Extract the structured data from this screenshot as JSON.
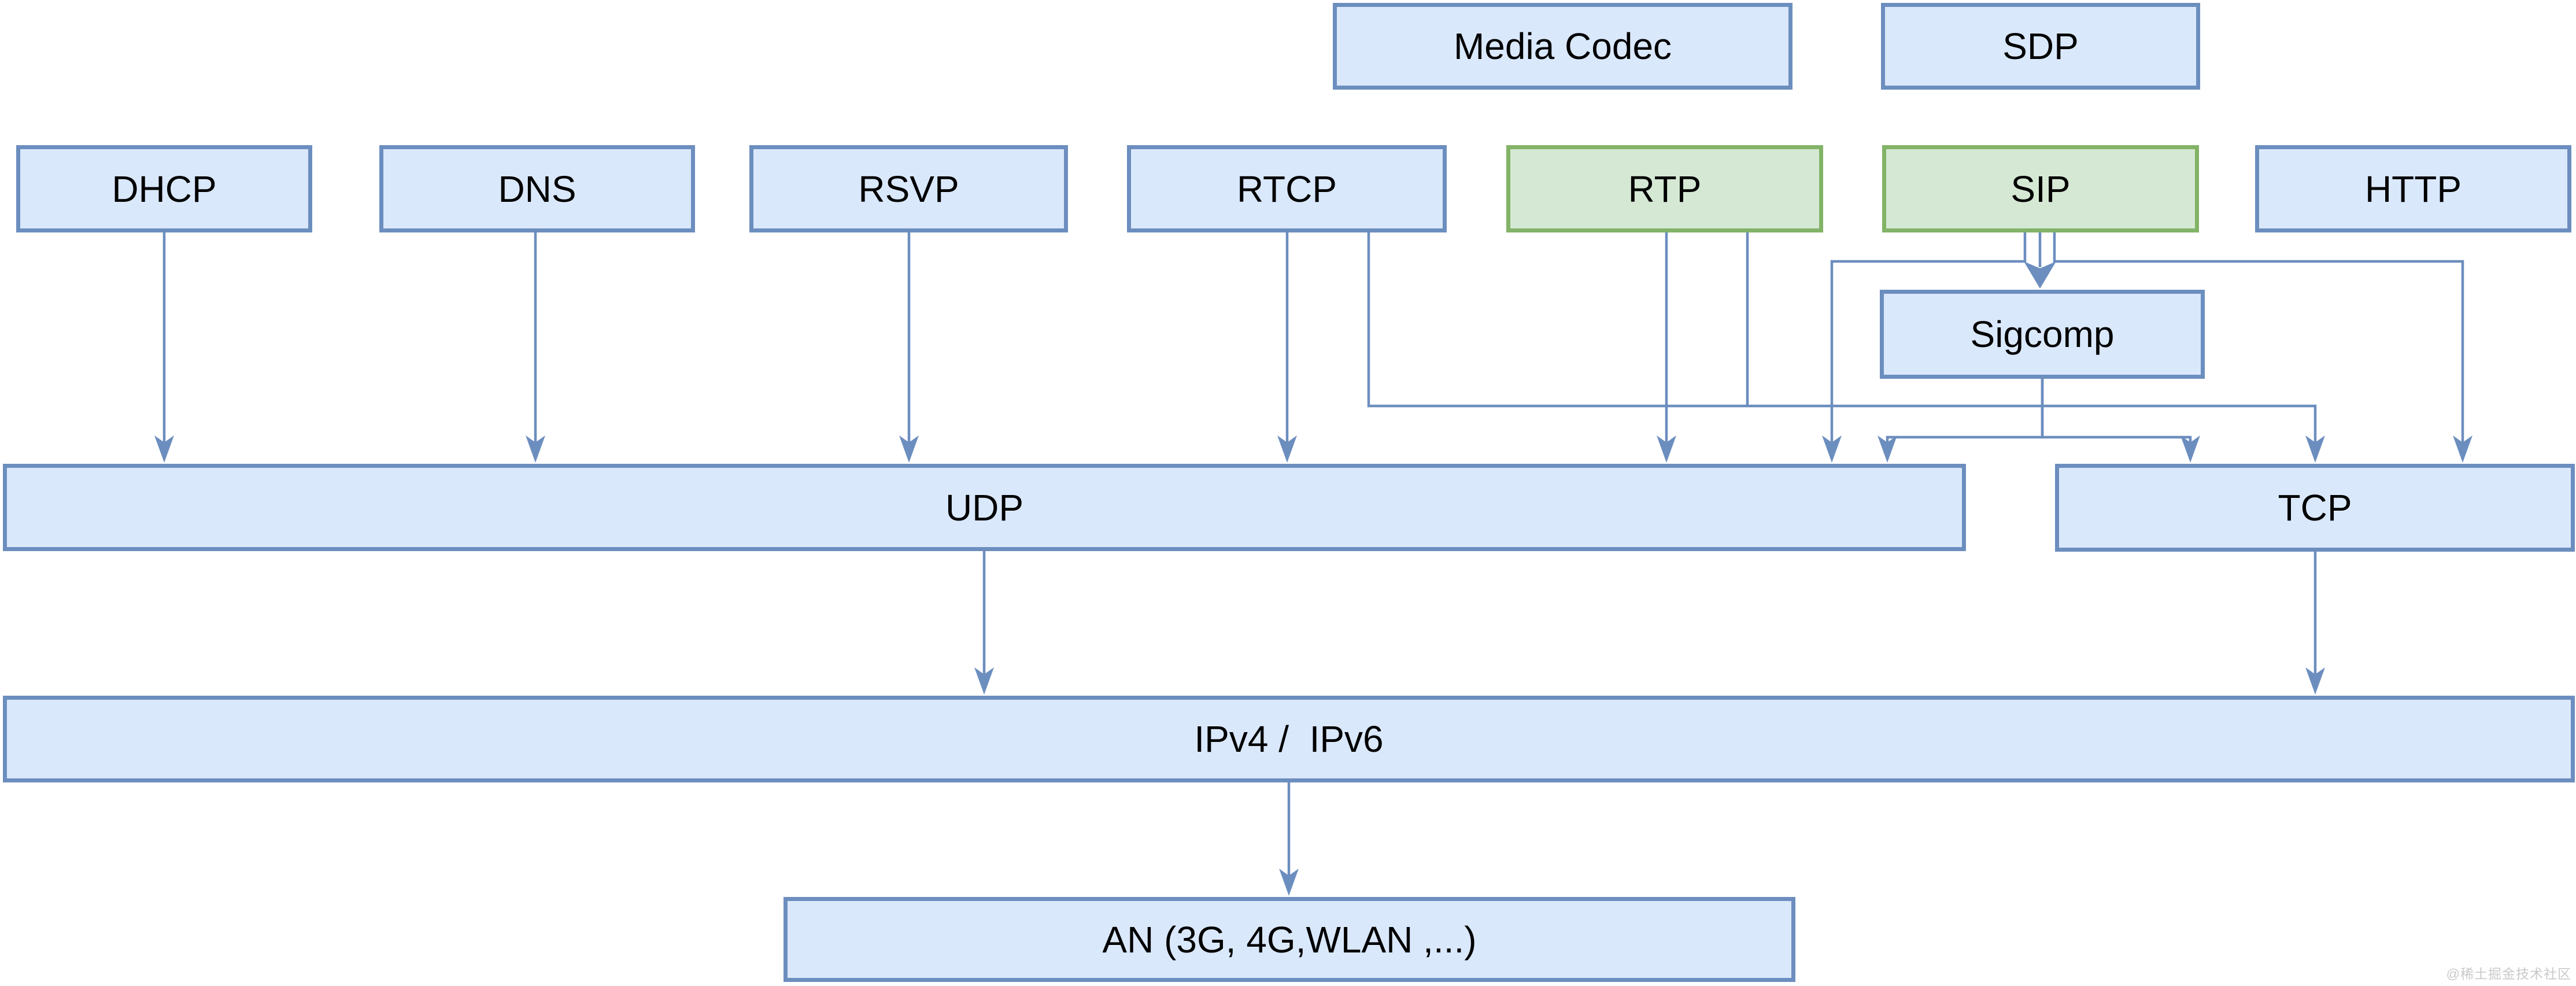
{
  "page": {
    "background": "#ffffff",
    "watermark": "@稀土掘金技术社区"
  },
  "palette": {
    "blue_fill": "#dae8fc",
    "blue_border": "#6c8ebf",
    "green_fill": "#d5e8d4",
    "green_border": "#82b366",
    "connector": "#6c8ebf",
    "text_color": "#000000",
    "watermark_color": "#c9c9c9"
  },
  "diagram": {
    "type": "protocol-stack",
    "nodes": [
      {
        "id": "media_codec",
        "label": "Media Codec",
        "color": "blue"
      },
      {
        "id": "sdp",
        "label": "SDP",
        "color": "blue"
      },
      {
        "id": "dhcp",
        "label": "DHCP",
        "color": "blue"
      },
      {
        "id": "dns",
        "label": "DNS",
        "color": "blue"
      },
      {
        "id": "rsvp",
        "label": "RSVP",
        "color": "blue"
      },
      {
        "id": "rtcp",
        "label": "RTCP",
        "color": "blue"
      },
      {
        "id": "rtp",
        "label": "RTP",
        "color": "green"
      },
      {
        "id": "sip",
        "label": "SIP",
        "color": "green"
      },
      {
        "id": "http",
        "label": "HTTP",
        "color": "blue"
      },
      {
        "id": "sigcomp",
        "label": "Sigcomp",
        "color": "blue"
      },
      {
        "id": "udp",
        "label": "UDP",
        "color": "blue"
      },
      {
        "id": "tcp",
        "label": "TCP",
        "color": "blue"
      },
      {
        "id": "ip",
        "label": "IPv4 /  IPv6",
        "color": "blue"
      },
      {
        "id": "an",
        "label": "AN (3G, 4G,WLAN ,...)",
        "color": "blue"
      }
    ],
    "edges": [
      {
        "from": "dhcp",
        "to": "udp"
      },
      {
        "from": "dns",
        "to": "udp"
      },
      {
        "from": "rsvp",
        "to": "udp"
      },
      {
        "from": "rtcp",
        "to": "udp"
      },
      {
        "from": "rtp",
        "to": "udp"
      },
      {
        "from": "rtcp",
        "to": "tcp"
      },
      {
        "from": "rtp",
        "to": "tcp"
      },
      {
        "from": "sip",
        "to": "sigcomp"
      },
      {
        "from": "sip",
        "to": "udp"
      },
      {
        "from": "sip",
        "to": "tcp"
      },
      {
        "from": "sigcomp",
        "to": "udp"
      },
      {
        "from": "sigcomp",
        "to": "tcp"
      },
      {
        "from": "udp",
        "to": "ip"
      },
      {
        "from": "tcp",
        "to": "ip"
      },
      {
        "from": "ip",
        "to": "an"
      }
    ]
  }
}
